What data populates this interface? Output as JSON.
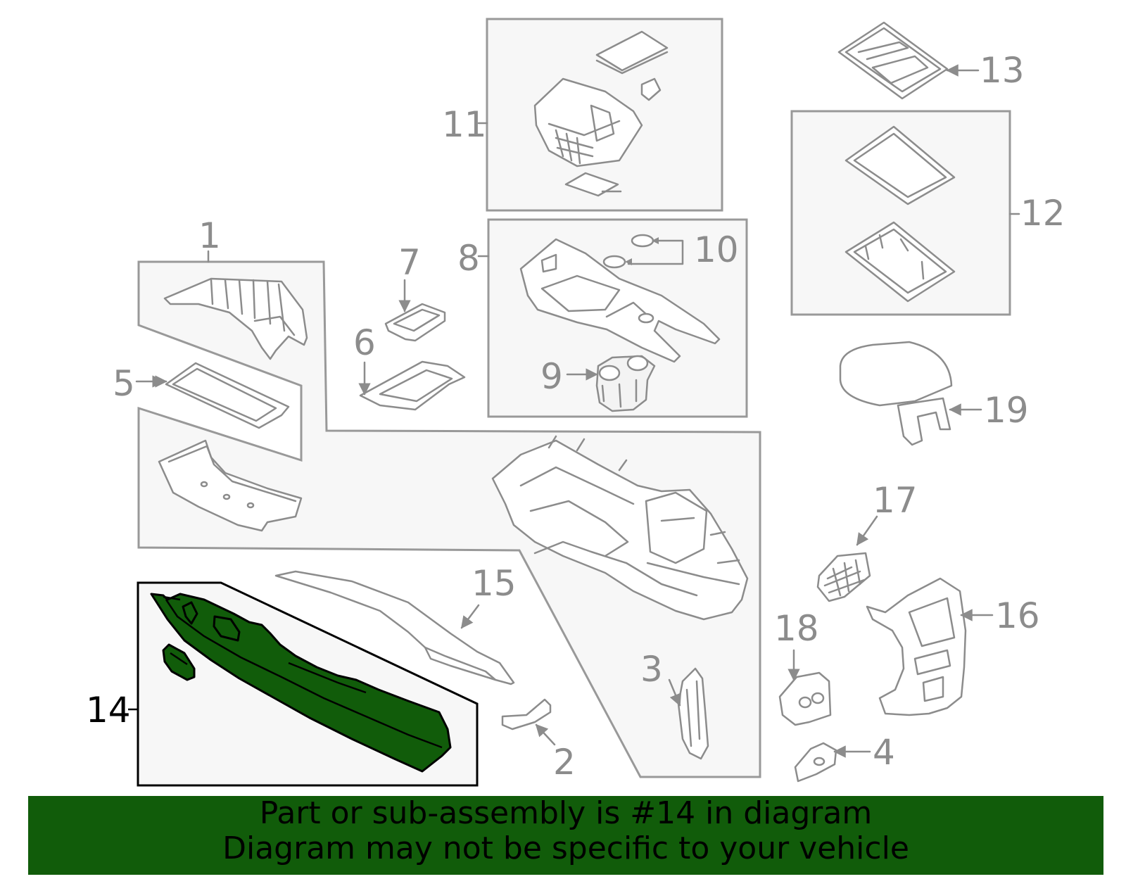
{
  "diagram": {
    "callouts": [
      {
        "id": "1",
        "label": "1"
      },
      {
        "id": "2",
        "label": "2"
      },
      {
        "id": "3",
        "label": "3"
      },
      {
        "id": "4",
        "label": "4"
      },
      {
        "id": "5",
        "label": "5"
      },
      {
        "id": "6",
        "label": "6"
      },
      {
        "id": "7",
        "label": "7"
      },
      {
        "id": "8",
        "label": "8"
      },
      {
        "id": "9",
        "label": "9"
      },
      {
        "id": "10",
        "label": "10"
      },
      {
        "id": "11",
        "label": "11"
      },
      {
        "id": "12",
        "label": "12"
      },
      {
        "id": "13",
        "label": "13"
      },
      {
        "id": "14",
        "label": "14",
        "highlighted": true
      },
      {
        "id": "15",
        "label": "15"
      },
      {
        "id": "16",
        "label": "16"
      },
      {
        "id": "17",
        "label": "17"
      },
      {
        "id": "18",
        "label": "18"
      },
      {
        "id": "19",
        "label": "19"
      }
    ],
    "colors": {
      "highlight_part": "#115c0a",
      "banner_background": "#115c0a",
      "line_gray": "#8c8c8c",
      "group_fill": "#f7f7f7"
    }
  },
  "banner": {
    "line1": "Part or sub-assembly is #14 in diagram",
    "line2": "Diagram may not be specific to your vehicle"
  }
}
